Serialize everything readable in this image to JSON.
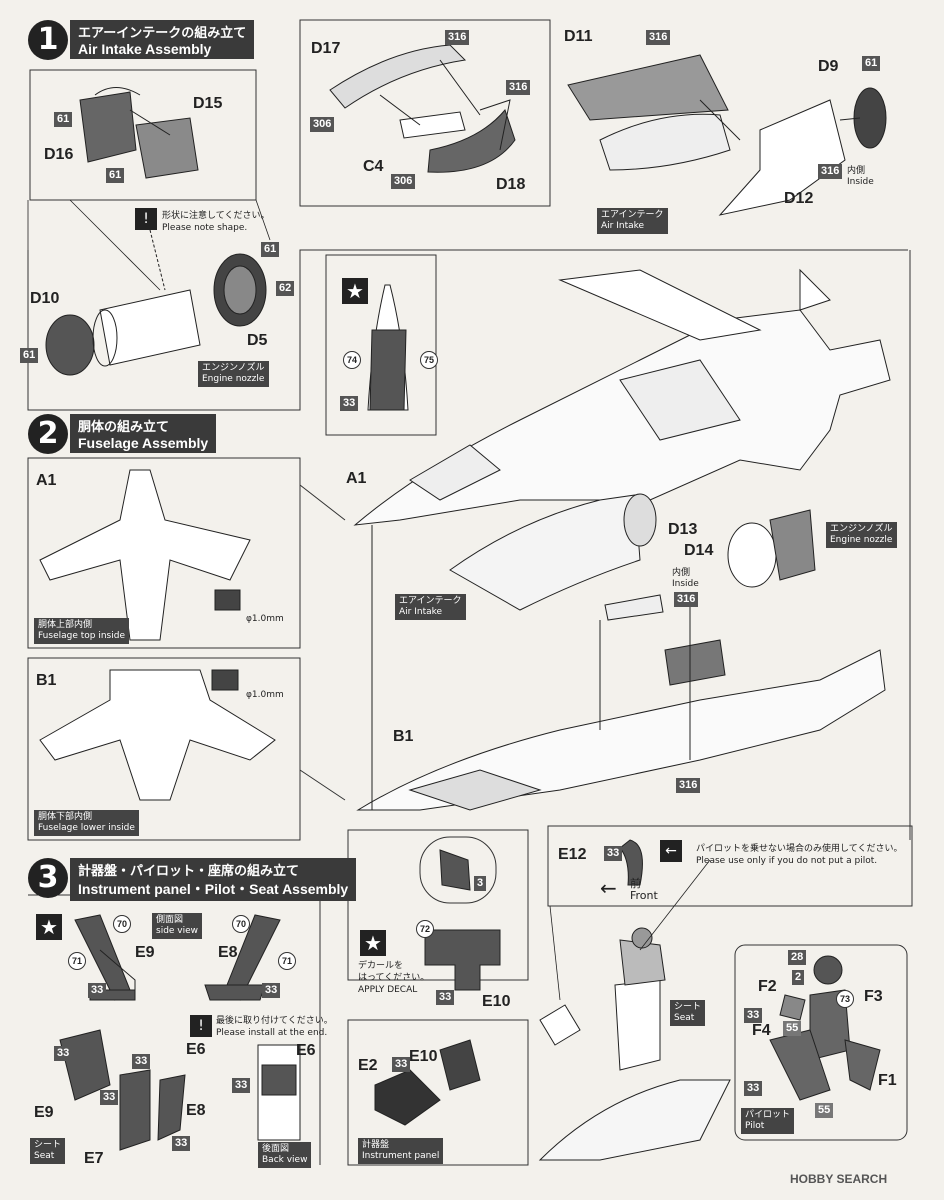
{
  "steps": [
    {
      "num": "1",
      "ja": "エアーインテークの組み立て",
      "en": "Air Intake Assembly"
    },
    {
      "num": "2",
      "ja": "胴体の組み立て",
      "en": "Fuselage Assembly"
    },
    {
      "num": "3",
      "ja": "計器盤・パイロット・座席の組み立て",
      "en": "Instrument panel・Pilot・Seat Assembly"
    }
  ],
  "part_labels": {
    "D15": "D15",
    "D16": "D16",
    "D17": "D17",
    "C4": "C4",
    "D18": "D18",
    "D11": "D11",
    "D9": "D9",
    "D12": "D12",
    "D10": "D10",
    "D5": "D5",
    "A1a": "A1",
    "A1b": "A1",
    "B1a": "B1",
    "B1b": "B1",
    "D13": "D13",
    "D14": "D14",
    "E12": "E12",
    "E9a": "E9",
    "E8a": "E8",
    "E6a": "E6",
    "E6b": "E6",
    "E9b": "E9",
    "E8b": "E8",
    "E7": "E7",
    "E10a": "E10",
    "E10b": "E10",
    "E2": "E2",
    "F2": "F2",
    "F3": "F3",
    "F4": "F4",
    "F1": "F1"
  },
  "tags": {
    "t61a": "61",
    "t61b": "61",
    "t61c": "61",
    "t61d": "61",
    "t61e": "61",
    "t62": "62",
    "t316a": "316",
    "t316b": "316",
    "t316c": "316",
    "t316d": "316",
    "t316e": "316",
    "t316f": "316",
    "t306a": "306",
    "t306b": "306",
    "t33a": "33",
    "t33b": "33",
    "t33c": "33",
    "t33d": "33",
    "t33e": "33",
    "t33f": "33",
    "t33g": "33",
    "t33h": "33",
    "t33i": "33",
    "t33j": "33",
    "t33k": "33",
    "t33l": "33",
    "t33m": "33",
    "t3": "3",
    "t28": "28",
    "t2": "2",
    "t55a": "55",
    "t55b": "55"
  },
  "decals": {
    "d74": "74",
    "d75": "75",
    "d70a": "70",
    "d71a": "71",
    "d70b": "70",
    "d71b": "71",
    "d72": "72",
    "d73": "73"
  },
  "captions": {
    "air_intake_1": {
      "ja": "エアインテーク",
      "en": "Air Intake"
    },
    "engine_nozzle_1": {
      "ja": "エンジンノズル",
      "en": "Engine nozzle"
    },
    "fuselage_top": {
      "ja": "胴体上部内側",
      "en": "Fuselage top inside"
    },
    "fuselage_lower": {
      "ja": "胴体下部内側",
      "en": "Fuselage lower inside"
    },
    "air_intake_2": {
      "ja": "エアインテーク",
      "en": "Air Intake"
    },
    "engine_nozzle_2": {
      "ja": "エンジンノズル",
      "en": "Engine nozzle"
    },
    "side_view": {
      "ja": "側面図",
      "en": "side view"
    },
    "seat_1": {
      "ja": "シート",
      "en": "Seat"
    },
    "seat_2": {
      "ja": "シート",
      "en": "Seat"
    },
    "back_view": {
      "ja": "後面図",
      "en": "Back view"
    },
    "instrument_panel": {
      "ja": "計器盤",
      "en": "Instrument panel"
    },
    "pilot": {
      "ja": "パイロット",
      "en": "Pilot"
    }
  },
  "notes": {
    "shape": {
      "ja": "形状に注意してください。",
      "en": "Please note shape."
    },
    "inside_1": {
      "ja": "内側",
      "en": "Inside"
    },
    "inside_2": {
      "ja": "内側",
      "en": "Inside"
    },
    "drill_1": "φ1.0mm",
    "drill_2": "φ1.0mm",
    "install_end": {
      "ja": "最後に取り付けてください。",
      "en": "Please install at the end."
    },
    "decal": {
      "ja1": "デカールを",
      "ja2": "はってください。",
      "en": "APPLY DECAL"
    },
    "pilot_only": {
      "ja": "パイロットを乗せない場合のみ使用してください。",
      "en": "Please use only if you do not put a pilot."
    },
    "front": {
      "ja": "前",
      "en": "Front"
    }
  },
  "icons": {
    "star": "★",
    "warning": "!",
    "arrow": "←"
  },
  "watermark": "HOBBY SEARCH",
  "colors": {
    "ink": "#222222",
    "paper": "#f3f1ec",
    "part_dark": "#555555",
    "part_mid": "#8a8a8a"
  }
}
